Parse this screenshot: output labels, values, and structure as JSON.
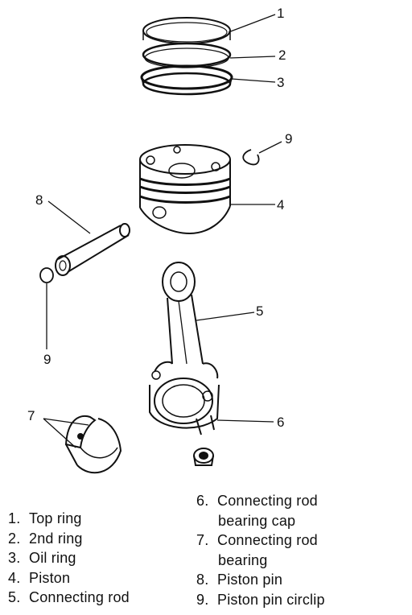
{
  "callouts": [
    "1",
    "2",
    "3",
    "9",
    "8",
    "4",
    "5",
    "9",
    "7",
    "6"
  ],
  "legend_left": [
    {
      "num": "1.",
      "text": "Top ring"
    },
    {
      "num": "2.",
      "text": "2nd ring"
    },
    {
      "num": "3.",
      "text": "Oil ring"
    },
    {
      "num": "4.",
      "text": "Piston"
    },
    {
      "num": "5.",
      "text": "Connecting rod"
    }
  ],
  "legend_right": [
    {
      "num": "6.",
      "text": "Connecting rod",
      "text2": "bearing cap"
    },
    {
      "num": "7.",
      "text": "Connecting rod",
      "text2": "bearing"
    },
    {
      "num": "8.",
      "text": "Piston pin"
    },
    {
      "num": "9.",
      "text": "Piston pin circlip"
    }
  ]
}
